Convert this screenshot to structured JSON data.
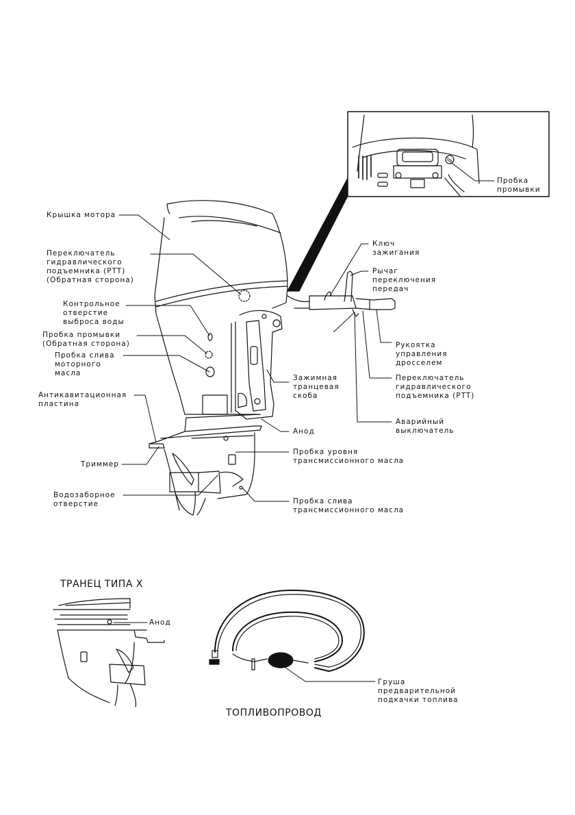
{
  "labels": {
    "cowl": "Крышка мотора",
    "ptt_switch_back": [
      "Переключатель",
      "гидравлического",
      "подъемника (PTT)",
      "(Обратная сторона)"
    ],
    "water_check_hole": [
      "Контрольное",
      "отверстие",
      "выброса воды"
    ],
    "flush_plug_back": [
      "Пробка промывки",
      "(Обратная сторона)"
    ],
    "engine_oil_drain": [
      "Пробка слива",
      "моторного",
      "масла"
    ],
    "anti_cavitation": [
      "Антикавитационная",
      "пластина"
    ],
    "trim_tab": "Триммер",
    "water_intake": [
      "Водозаборное",
      "отверстие"
    ],
    "flush_plug_inset": [
      "Пробка",
      "промывки"
    ],
    "ignition_key": [
      "Ключ",
      "зажигания"
    ],
    "shift_lever": [
      "Рычаг",
      "переключения",
      "передач"
    ],
    "throttle_grip": [
      "Рукоятка",
      "управления",
      "дросселем"
    ],
    "ptt_switch_tiller": [
      "Переключатель",
      "гидравлического",
      "подъемника (PTT)"
    ],
    "stop_switch": [
      "Аварийный",
      "выключатель"
    ],
    "clamp_bracket": [
      "Зажимная",
      "транцевая",
      "скоба"
    ],
    "anode": "Анод",
    "gear_oil_level": [
      "Пробка уровня",
      "трансмиссионного масла"
    ],
    "gear_oil_drain": [
      "Пробка слива",
      "трансмиссионного масла"
    ],
    "x_transom_title": "ТРАНЕЦ ТИПА X",
    "x_anode": "Анод",
    "fuel_line_title": "ТОПЛИВОПРОВОД",
    "primer_bulb": [
      "Груша",
      "предварительной",
      "подкачки топлива"
    ]
  }
}
